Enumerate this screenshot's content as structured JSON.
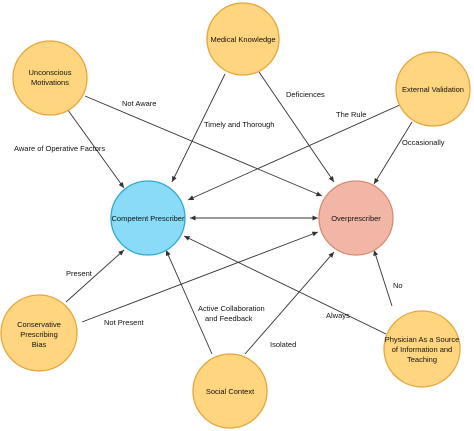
{
  "colors": {
    "orange_fill": "#FFD580",
    "orange_stroke": "#E6A53C",
    "blue_fill": "#89DBF7",
    "blue_stroke": "#2EA8D6",
    "red_fill": "#F2B6A7",
    "red_stroke": "#D98A77",
    "line": "#333333"
  },
  "nodes": {
    "medical_knowledge": {
      "lines": [
        "Medical Knowledge"
      ]
    },
    "unconscious_motivations": {
      "lines": [
        "Unconscious",
        "Motivations"
      ]
    },
    "external_validation": {
      "lines": [
        "External Validation"
      ]
    },
    "competent_prescriber": {
      "lines": [
        "Competent Prescriber"
      ]
    },
    "overprescriber": {
      "lines": [
        "Overprescriber"
      ]
    },
    "conservative_bias": {
      "lines": [
        "Conservative",
        "Prescribing",
        "Bias"
      ]
    },
    "social_context": {
      "lines": [
        "Social Context"
      ]
    },
    "physician_source": {
      "lines": [
        "Physician As a Source",
        "of Information and",
        "Teaching"
      ]
    }
  },
  "edge_labels": {
    "not_aware": "Not Aware",
    "aware_of_operative_factors": "Aware of Operative Factors",
    "timely_and_thorough": "Timely and Thorough",
    "deficiencies": "Deficiences",
    "the_rule": "The Rule",
    "occasionally": "Occasionally",
    "present": "Present",
    "not_present": "Not Present",
    "active_collaboration": [
      "Active Collaboration",
      "and Feedback"
    ],
    "isolated": "Isolated",
    "always": "Always",
    "no": "No"
  }
}
